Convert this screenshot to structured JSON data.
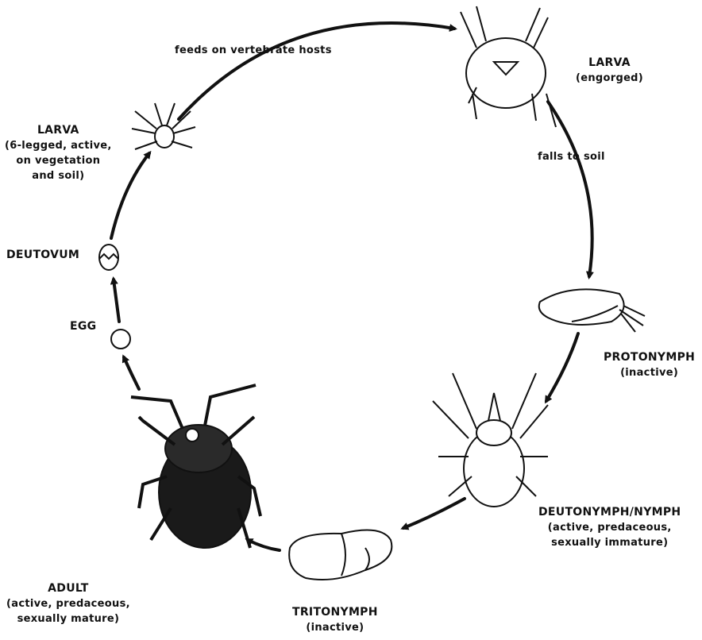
{
  "labels": {
    "feeds": "feeds on vertebrate hosts",
    "larva_engorged": {
      "title": "LARVA",
      "note": "(engorged)"
    },
    "falls": "falls to soil",
    "protonymph": {
      "title": "PROTONYMPH",
      "note": "(inactive)"
    },
    "deutonymph": {
      "title": "DEUTONYMPH/NYMPH",
      "note1": "(active, predaceous,",
      "note2": "sexually immature)"
    },
    "tritonymph": {
      "title": "TRITONYMPH",
      "note": "(inactive)"
    },
    "adult": {
      "title": "ADULT",
      "note1": "(active, predaceous,",
      "note2": "sexually mature)"
    },
    "egg": "EGG",
    "deutovum": "DEUTOVUM",
    "larva_active": {
      "title": "LARVA",
      "note1": "(6-legged, active,",
      "note2": "on vegetation",
      "note3": "and soil)"
    }
  },
  "colors": {
    "ink": "#111111",
    "paper": "#ffffff"
  },
  "icons": [
    "larva-small-icon",
    "larva-engorged-icon",
    "protonymph-icon",
    "deutonymph-icon",
    "tritonymph-icon",
    "adult-mite-icon",
    "egg-icon",
    "deutovum-icon"
  ]
}
